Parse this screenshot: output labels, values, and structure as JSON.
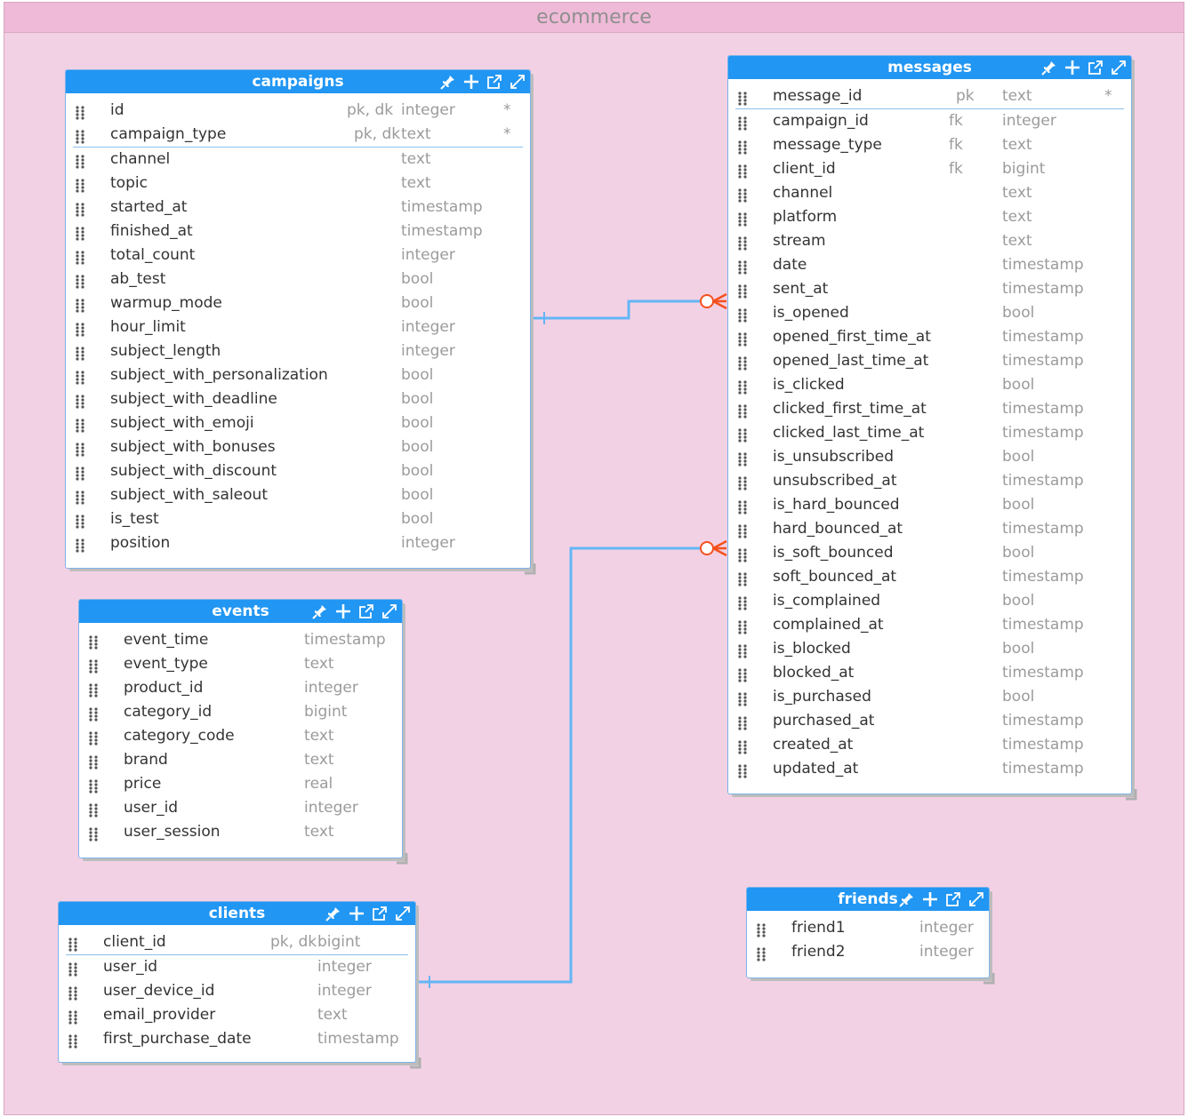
{
  "area": {
    "title": "ecommerce",
    "colors": {
      "area": "#f3d1e4",
      "header": "#efbad7",
      "entity_header": "#2196f3",
      "link": "#64b5f6",
      "link_end": "#f4511e"
    }
  },
  "toolbar_icons": [
    "pin-icon",
    "add-icon",
    "open-icon",
    "expand-icon"
  ],
  "entities": {
    "campaigns": {
      "title": "campaigns",
      "columns": [
        {
          "name": "id",
          "key": "pk, dk",
          "type": "integer",
          "req": "*"
        },
        {
          "name": "campaign_type",
          "key": "pk, dk",
          "type": "text",
          "req": "*"
        },
        {
          "name": "channel",
          "key": "",
          "type": "text",
          "req": ""
        },
        {
          "name": "topic",
          "key": "",
          "type": "text",
          "req": ""
        },
        {
          "name": "started_at",
          "key": "",
          "type": "timestamp",
          "req": ""
        },
        {
          "name": "finished_at",
          "key": "",
          "type": "timestamp",
          "req": ""
        },
        {
          "name": "total_count",
          "key": "",
          "type": "integer",
          "req": ""
        },
        {
          "name": "ab_test",
          "key": "",
          "type": "bool",
          "req": ""
        },
        {
          "name": "warmup_mode",
          "key": "",
          "type": "bool",
          "req": ""
        },
        {
          "name": "hour_limit",
          "key": "",
          "type": "integer",
          "req": ""
        },
        {
          "name": "subject_length",
          "key": "",
          "type": "integer",
          "req": ""
        },
        {
          "name": "subject_with_personalization",
          "key": "",
          "type": "bool",
          "req": ""
        },
        {
          "name": "subject_with_deadline",
          "key": "",
          "type": "bool",
          "req": ""
        },
        {
          "name": "subject_with_emoji",
          "key": "",
          "type": "bool",
          "req": ""
        },
        {
          "name": "subject_with_bonuses",
          "key": "",
          "type": "bool",
          "req": ""
        },
        {
          "name": "subject_with_discount",
          "key": "",
          "type": "bool",
          "req": ""
        },
        {
          "name": "subject_with_saleout",
          "key": "",
          "type": "bool",
          "req": ""
        },
        {
          "name": "is_test",
          "key": "",
          "type": "bool",
          "req": ""
        },
        {
          "name": "position",
          "key": "",
          "type": "integer",
          "req": ""
        }
      ]
    },
    "messages": {
      "title": "messages",
      "columns": [
        {
          "name": "message_id",
          "key": "pk",
          "type": "text",
          "req": "*"
        },
        {
          "name": "campaign_id",
          "key": "fk",
          "type": "integer",
          "req": ""
        },
        {
          "name": "message_type",
          "key": "fk",
          "type": "text",
          "req": ""
        },
        {
          "name": "client_id",
          "key": "fk",
          "type": "bigint",
          "req": ""
        },
        {
          "name": "channel",
          "key": "",
          "type": "text",
          "req": ""
        },
        {
          "name": "platform",
          "key": "",
          "type": "text",
          "req": ""
        },
        {
          "name": "stream",
          "key": "",
          "type": "text",
          "req": ""
        },
        {
          "name": "date",
          "key": "",
          "type": "timestamp",
          "req": ""
        },
        {
          "name": "sent_at",
          "key": "",
          "type": "timestamp",
          "req": ""
        },
        {
          "name": "is_opened",
          "key": "",
          "type": "bool",
          "req": ""
        },
        {
          "name": "opened_first_time_at",
          "key": "",
          "type": "timestamp",
          "req": ""
        },
        {
          "name": "opened_last_time_at",
          "key": "",
          "type": "timestamp",
          "req": ""
        },
        {
          "name": "is_clicked",
          "key": "",
          "type": "bool",
          "req": ""
        },
        {
          "name": "clicked_first_time_at",
          "key": "",
          "type": "timestamp",
          "req": ""
        },
        {
          "name": "clicked_last_time_at",
          "key": "",
          "type": "timestamp",
          "req": ""
        },
        {
          "name": "is_unsubscribed",
          "key": "",
          "type": "bool",
          "req": ""
        },
        {
          "name": "unsubscribed_at",
          "key": "",
          "type": "timestamp",
          "req": ""
        },
        {
          "name": "is_hard_bounced",
          "key": "",
          "type": "bool",
          "req": ""
        },
        {
          "name": "hard_bounced_at",
          "key": "",
          "type": "timestamp",
          "req": ""
        },
        {
          "name": "is_soft_bounced",
          "key": "",
          "type": "bool",
          "req": ""
        },
        {
          "name": "soft_bounced_at",
          "key": "",
          "type": "timestamp",
          "req": ""
        },
        {
          "name": "is_complained",
          "key": "",
          "type": "bool",
          "req": ""
        },
        {
          "name": "complained_at",
          "key": "",
          "type": "timestamp",
          "req": ""
        },
        {
          "name": "is_blocked",
          "key": "",
          "type": "bool",
          "req": ""
        },
        {
          "name": "blocked_at",
          "key": "",
          "type": "timestamp",
          "req": ""
        },
        {
          "name": "is_purchased",
          "key": "",
          "type": "bool",
          "req": ""
        },
        {
          "name": "purchased_at",
          "key": "",
          "type": "timestamp",
          "req": ""
        },
        {
          "name": "created_at",
          "key": "",
          "type": "timestamp",
          "req": ""
        },
        {
          "name": "updated_at",
          "key": "",
          "type": "timestamp",
          "req": ""
        }
      ]
    },
    "events": {
      "title": "events",
      "columns": [
        {
          "name": "event_time",
          "key": "",
          "type": "timestamp",
          "req": ""
        },
        {
          "name": "event_type",
          "key": "",
          "type": "text",
          "req": ""
        },
        {
          "name": "product_id",
          "key": "",
          "type": "integer",
          "req": ""
        },
        {
          "name": "category_id",
          "key": "",
          "type": "bigint",
          "req": ""
        },
        {
          "name": "category_code",
          "key": "",
          "type": "text",
          "req": ""
        },
        {
          "name": "brand",
          "key": "",
          "type": "text",
          "req": ""
        },
        {
          "name": "price",
          "key": "",
          "type": "real",
          "req": ""
        },
        {
          "name": "user_id",
          "key": "",
          "type": "integer",
          "req": ""
        },
        {
          "name": "user_session",
          "key": "",
          "type": "text",
          "req": ""
        }
      ]
    },
    "clients": {
      "title": "clients",
      "columns": [
        {
          "name": "client_id",
          "key": "pk, dk",
          "type": "bigint",
          "req": ""
        },
        {
          "name": "user_id",
          "key": "",
          "type": "integer",
          "req": ""
        },
        {
          "name": "user_device_id",
          "key": "",
          "type": "integer",
          "req": ""
        },
        {
          "name": "email_provider",
          "key": "",
          "type": "text",
          "req": ""
        },
        {
          "name": "first_purchase_date",
          "key": "",
          "type": "timestamp",
          "req": ""
        }
      ]
    },
    "friends": {
      "title": "friends",
      "columns": [
        {
          "name": "friend1",
          "key": "",
          "type": "integer",
          "req": ""
        },
        {
          "name": "friend2",
          "key": "",
          "type": "integer",
          "req": ""
        }
      ]
    }
  },
  "relations": [
    {
      "from": "campaigns",
      "to": "messages",
      "parent_end": "one",
      "child_end": "zero-or-many"
    },
    {
      "from": "clients",
      "to": "messages",
      "parent_end": "one",
      "child_end": "zero-or-many"
    }
  ]
}
